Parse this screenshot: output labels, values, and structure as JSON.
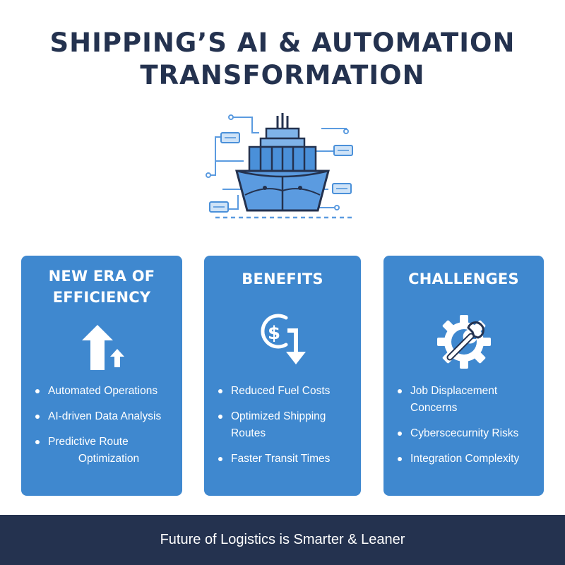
{
  "title": {
    "line1": "SHIPPING’S AI & AUTOMATION",
    "line2": "TRANSFORMATION"
  },
  "hero": {
    "icon": "ship-network-icon"
  },
  "cards": [
    {
      "title_line1": "NEW ERA OF",
      "title_line2": "EFFICIENCY",
      "icon": "growth-arrows-icon",
      "bullets": [
        "Automated Operations",
        "AI-driven Data Analysis",
        "Predictive Route",
        "Optimization"
      ]
    },
    {
      "title_line1": "BENEFITS",
      "icon": "cost-down-icon",
      "bullets": [
        "Reduced Fuel Costs",
        "Optimized Shipping Routes",
        "Faster Transit Times"
      ]
    },
    {
      "title_line1": "CHALLENGES",
      "icon": "gear-wrench-icon",
      "bullets": [
        "Job Displacement Concerns",
        "Cyberscecurnity Risks",
        "Integration Complexity"
      ]
    }
  ],
  "footer": {
    "text": "Future of Logistics is Smarter & Leaner"
  },
  "colors": {
    "navy": "#24324f",
    "card_blue": "#3f88cf",
    "accent_blue": "#4a90d9"
  }
}
